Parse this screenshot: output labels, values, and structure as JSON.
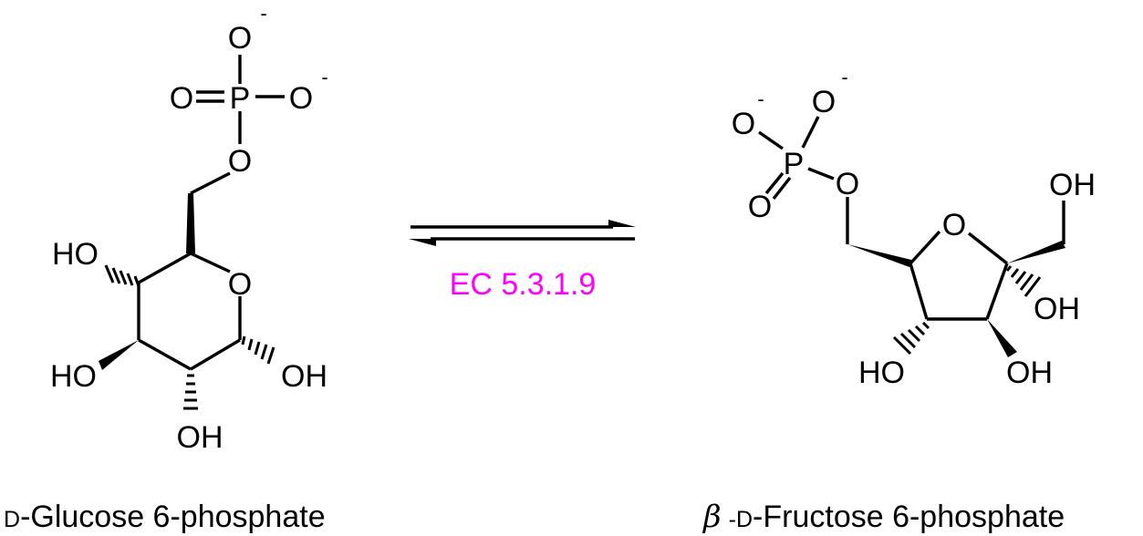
{
  "reaction": {
    "enzyme_label": "EC 5.3.1.9",
    "enzyme_color": "#ff00ff",
    "arrow_type": "equilibrium"
  },
  "substrate": {
    "name_prefix": "D",
    "name_rest": "-Glucose 6-phosphate",
    "atoms": {
      "phosphorus": "P",
      "oxygen": "O",
      "charge": "-",
      "hydroxyl_left": "HO",
      "hydroxyl_right": "OH"
    }
  },
  "product": {
    "name_greek": "β",
    "name_prefix": "-D",
    "name_rest": "-Fructose 6-phosphate",
    "atoms": {
      "phosphorus": "P",
      "oxygen": "O",
      "charge": "-",
      "hydroxyl_left": "HO",
      "hydroxyl_right": "OH"
    }
  }
}
